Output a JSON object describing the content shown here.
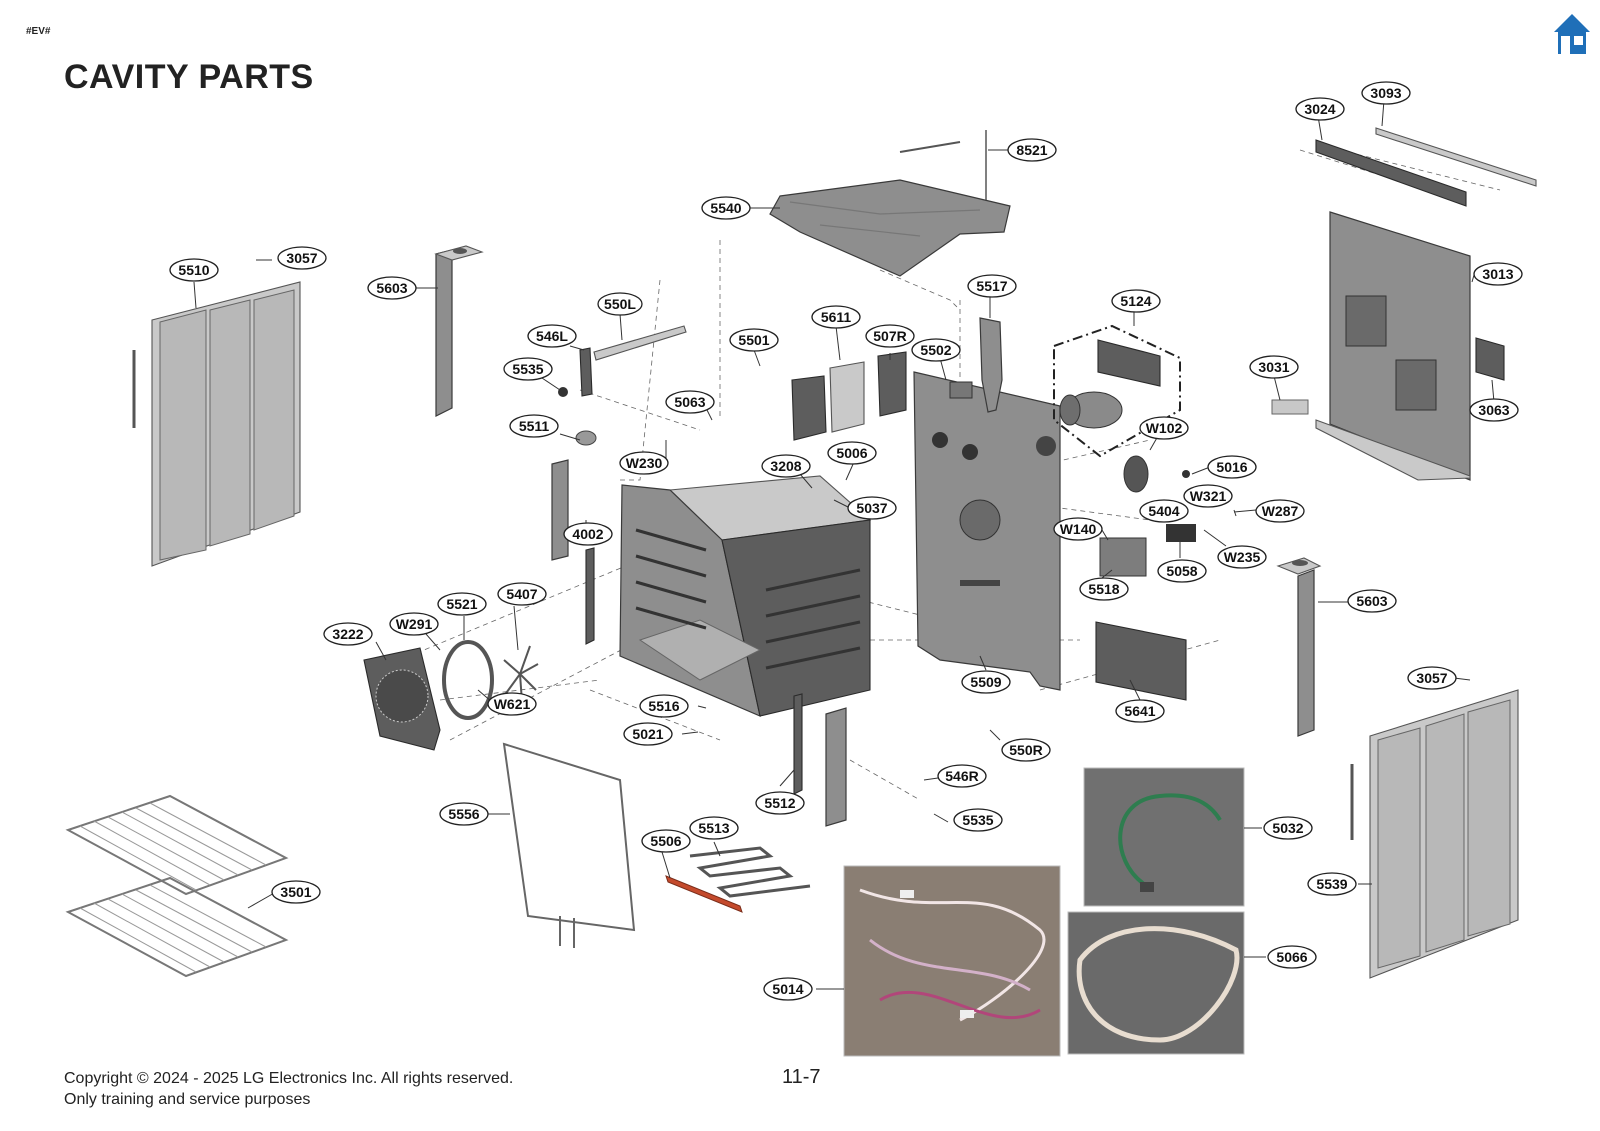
{
  "header": {
    "tag": "#EV#",
    "title": "CAVITY PARTS"
  },
  "nav": {
    "home_icon": "home-icon"
  },
  "footer": {
    "copyright": "Copyright © 2024 - 2025 LG Electronics Inc. All rights reserved.",
    "usage": "Only training and service purposes",
    "page_number": "11-7"
  },
  "colors": {
    "home_icon": "#1f6fb8",
    "part_fill": "#8e8e8e",
    "photo_wood": "#8a7e73",
    "photo_carpet": "#707070",
    "wire_green": "#2e7d4f"
  },
  "callouts": [
    {
      "id": "c5510",
      "label": "5510"
    },
    {
      "id": "c3057a",
      "label": "3057"
    },
    {
      "id": "c5603a",
      "label": "5603"
    },
    {
      "id": "c550L",
      "label": "550L"
    },
    {
      "id": "c546L",
      "label": "546L"
    },
    {
      "id": "c5535a",
      "label": "5535"
    },
    {
      "id": "c5511",
      "label": "5511"
    },
    {
      "id": "c5540",
      "label": "5540"
    },
    {
      "id": "c8521",
      "label": "8521"
    },
    {
      "id": "c5501",
      "label": "5501"
    },
    {
      "id": "c5611",
      "label": "5611"
    },
    {
      "id": "c507R",
      "label": "507R"
    },
    {
      "id": "c5502",
      "label": "5502"
    },
    {
      "id": "c5517",
      "label": "5517"
    },
    {
      "id": "c5124",
      "label": "5124"
    },
    {
      "id": "c5063",
      "label": "5063"
    },
    {
      "id": "cW230",
      "label": "W230"
    },
    {
      "id": "c3208",
      "label": "3208"
    },
    {
      "id": "c5006",
      "label": "5006"
    },
    {
      "id": "c5037",
      "label": "5037"
    },
    {
      "id": "c4002",
      "label": "4002"
    },
    {
      "id": "cW102",
      "label": "W102"
    },
    {
      "id": "c5016",
      "label": "5016"
    },
    {
      "id": "cW321",
      "label": "W321"
    },
    {
      "id": "cW287",
      "label": "W287"
    },
    {
      "id": "c5404",
      "label": "5404"
    },
    {
      "id": "cW140",
      "label": "W140"
    },
    {
      "id": "cW235",
      "label": "W235"
    },
    {
      "id": "c5058",
      "label": "5058"
    },
    {
      "id": "c5518",
      "label": "5518"
    },
    {
      "id": "c5603b",
      "label": "5603"
    },
    {
      "id": "c3024",
      "label": "3024"
    },
    {
      "id": "c3093",
      "label": "3093"
    },
    {
      "id": "c3013",
      "label": "3013"
    },
    {
      "id": "c3031",
      "label": "3031"
    },
    {
      "id": "c3063",
      "label": "3063"
    },
    {
      "id": "c5407",
      "label": "5407"
    },
    {
      "id": "c5521",
      "label": "5521"
    },
    {
      "id": "cW291",
      "label": "W291"
    },
    {
      "id": "c3222",
      "label": "3222"
    },
    {
      "id": "cW621",
      "label": "W621"
    },
    {
      "id": "c5516",
      "label": "5516"
    },
    {
      "id": "c5021",
      "label": "5021"
    },
    {
      "id": "c5509",
      "label": "5509"
    },
    {
      "id": "c5641",
      "label": "5641"
    },
    {
      "id": "c550R",
      "label": "550R"
    },
    {
      "id": "c546R",
      "label": "546R"
    },
    {
      "id": "c5535b",
      "label": "5535"
    },
    {
      "id": "c5512",
      "label": "5512"
    },
    {
      "id": "c5556",
      "label": "5556"
    },
    {
      "id": "c5513",
      "label": "5513"
    },
    {
      "id": "c5506",
      "label": "5506"
    },
    {
      "id": "c3501",
      "label": "3501"
    },
    {
      "id": "c5014",
      "label": "5014"
    },
    {
      "id": "c5032",
      "label": "5032"
    },
    {
      "id": "c5066",
      "label": "5066"
    },
    {
      "id": "c3057b",
      "label": "3057"
    },
    {
      "id": "c5539",
      "label": "5539"
    }
  ]
}
